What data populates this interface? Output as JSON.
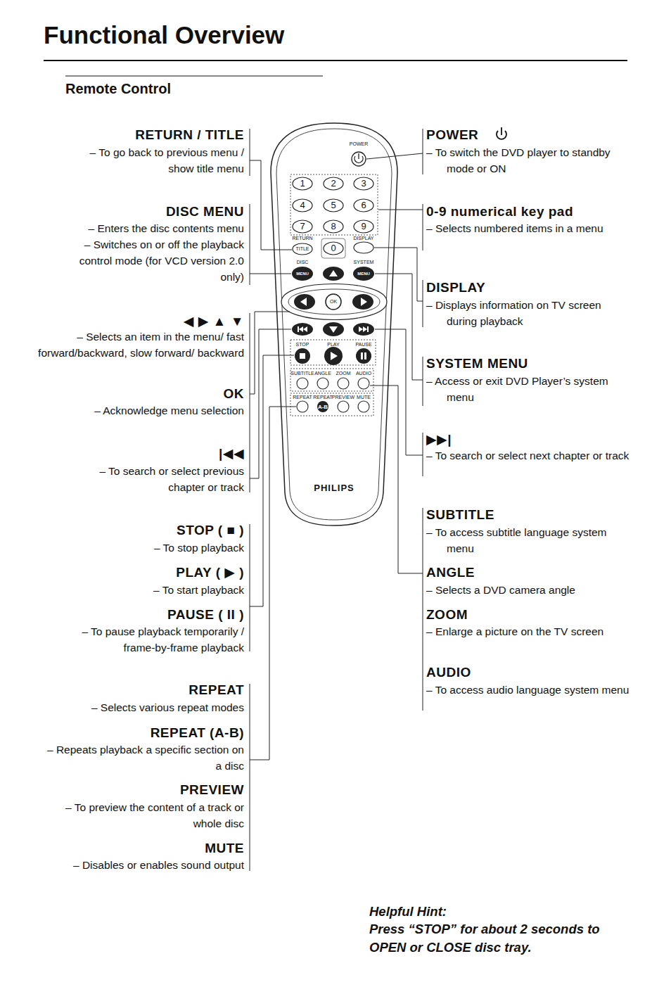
{
  "diagram": {
    "title": "Functional Overview",
    "labels": [
      "Remote Control",
      "RETURN / TITLE",
      "– To go back to previous menu / show title menu",
      "DISC MENU",
      "– Enters the disc contents menu",
      "– Switches on or off the playback control mode (for VCD version 2.0 only)",
      "◀ ▶ ▲ ▼",
      "– Selects an item in the menu/ fast forward/backward, slow forward/ backward",
      "OK",
      "– Acknowledge menu selection",
      "|◀◀",
      "– To search or select previous chapter or track",
      "STOP ( ■ )",
      "– To stop playback",
      "PLAY ( ▶ )",
      "– To start playback",
      "PAUSE ( II )",
      "– To pause playback temporarily / frame-by-frame playback",
      "REPEAT",
      "– Selects various repeat modes",
      "REPEAT (A-B)",
      "– Repeats playback a specific section on a disc",
      "PREVIEW",
      "– To preview the content of a track or whole disc",
      "MUTE",
      "– Disables or enables sound output",
      "POWER",
      "– To switch the DVD player to standby mode or ON",
      "0-9 numerical key pad",
      "– Selects numbered items in a menu",
      "DISPLAY",
      "– Displays information on TV screen during playback",
      "SYSTEM MENU",
      "– Access or exit DVD Player’s system menu",
      "▶▶|",
      "– To search or select next chapter or track",
      "SUBTITLE",
      "– To access subtitle language system menu",
      "ANGLE",
      "– Selects a DVD camera angle",
      "ZOOM",
      "– Enlarge a picture on the TV screen",
      "AUDIO",
      "– To access audio language system menu",
      "Helpful Hint:",
      "Press “STOP” for about 2 seconds to OPEN or CLOSE disc tray.",
      "POWER",
      "1",
      "2",
      "3",
      "4",
      "5",
      "6",
      "7",
      "8",
      "9",
      "RETURN",
      "TITLE",
      "0",
      "DISPLAY",
      "DISC",
      "MENU",
      "SYSTEM",
      "MENU",
      "OK",
      "STOP",
      "PLAY",
      "PAUSE",
      "SUBTITLE",
      "ANGLE",
      "ZOOM",
      "AUDIO",
      "REPEAT",
      "REPEAT",
      "A-B",
      "PREVIEW",
      "MUTE",
      "PHILIPS"
    ]
  }
}
